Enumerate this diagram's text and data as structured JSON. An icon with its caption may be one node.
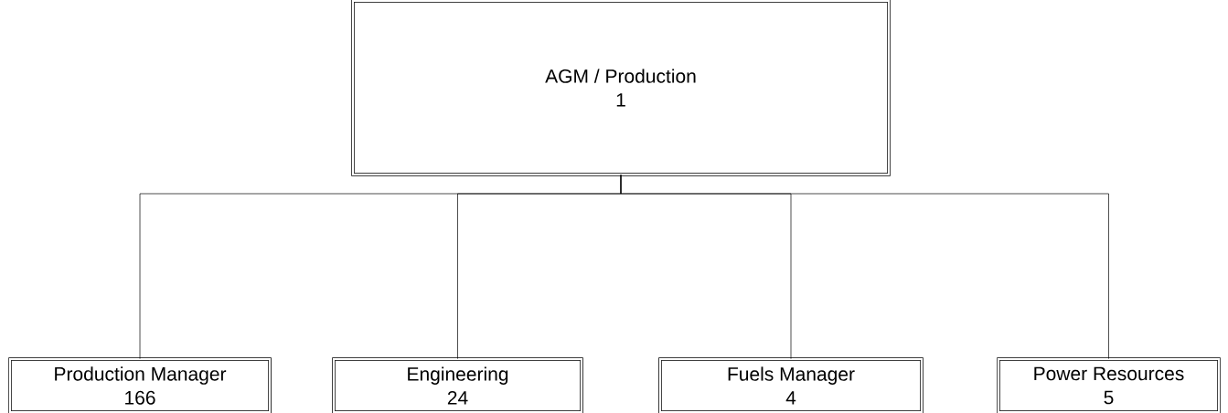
{
  "diagram": {
    "nodes": [
      {
        "text": [
          "AGM / Production",
          "1"
        ]
      },
      {
        "text": [
          "Production Manager",
          "166"
        ]
      },
      {
        "text": [
          "Engineering",
          "24"
        ]
      },
      {
        "text": [
          "Fuels Manager",
          "4"
        ]
      },
      {
        "text": [
          "Power Resources",
          "5"
        ]
      }
    ],
    "edges": [
      {
        "from": 0,
        "to": 1,
        "arrow": "none"
      },
      {
        "from": 0,
        "to": 2,
        "arrow": "none"
      },
      {
        "from": 0,
        "to": 3,
        "arrow": "none"
      },
      {
        "from": 0,
        "to": 4,
        "arrow": "none"
      }
    ]
  }
}
